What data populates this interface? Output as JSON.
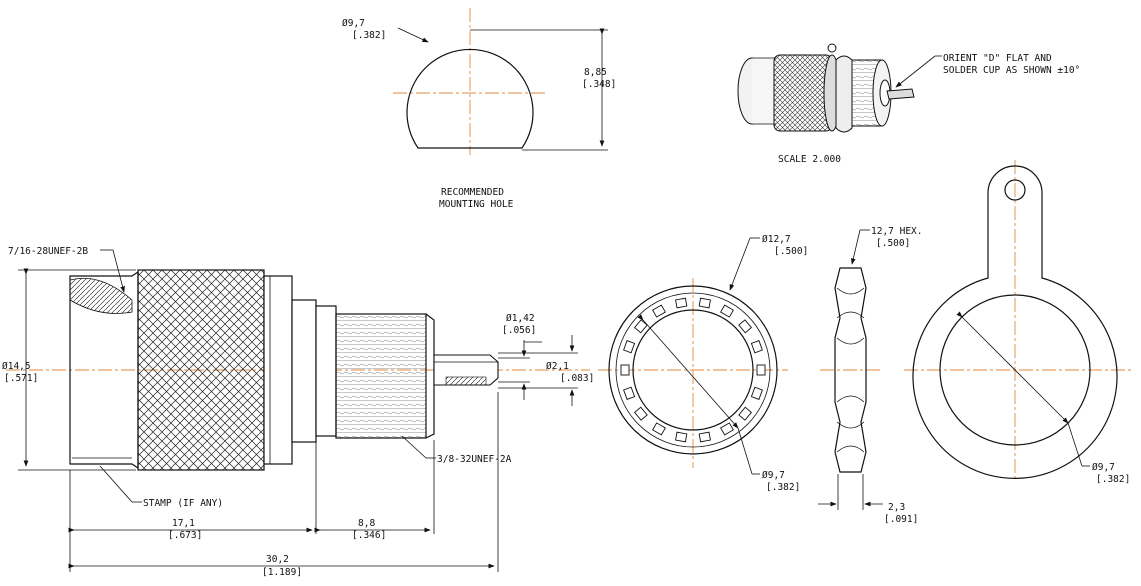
{
  "hole": {
    "dia_mm": "Ø9,7",
    "dia_in": "[.382]",
    "height_mm": "8,85",
    "height_in": "[.348]",
    "caption_line1": "RECOMMENDED",
    "caption_line2": "MOUNTING HOLE"
  },
  "view3d": {
    "note_line1": "ORIENT \"D\" FLAT AND",
    "note_line2": "SOLDER CUP AS SHOWN ±10°",
    "scale": "SCALE  2.000"
  },
  "side_view": {
    "thread_top": "7/16-28UNEF-2B",
    "body_dia_mm": "Ø14,5",
    "body_dia_in": "[.571]",
    "pin_dia_mm": "Ø1,42",
    "pin_dia_in": "[.056]",
    "cup_dia_mm": "Ø2,1",
    "cup_dia_in": "[.083]",
    "thread_bottom": "3/8-32UNEF-2A",
    "stamp": "STAMP (IF ANY)",
    "len1_mm": "17,1",
    "len1_in": "[.673]",
    "len2_mm": "8,8",
    "len2_in": "[.346]",
    "total_mm": "30,2",
    "total_in": "[1.189]"
  },
  "lockwasher": {
    "od_mm": "Ø12,7",
    "od_in": "[.500]",
    "id_mm": "Ø9,7",
    "id_in": "[.382]"
  },
  "hexnut": {
    "hex_mm": "12,7 HEX.",
    "hex_in": "[.500]",
    "thick_mm": "2,3",
    "thick_in": "[.091]"
  },
  "solderlug": {
    "id_mm": "Ø9,7",
    "id_in": "[.382]"
  }
}
